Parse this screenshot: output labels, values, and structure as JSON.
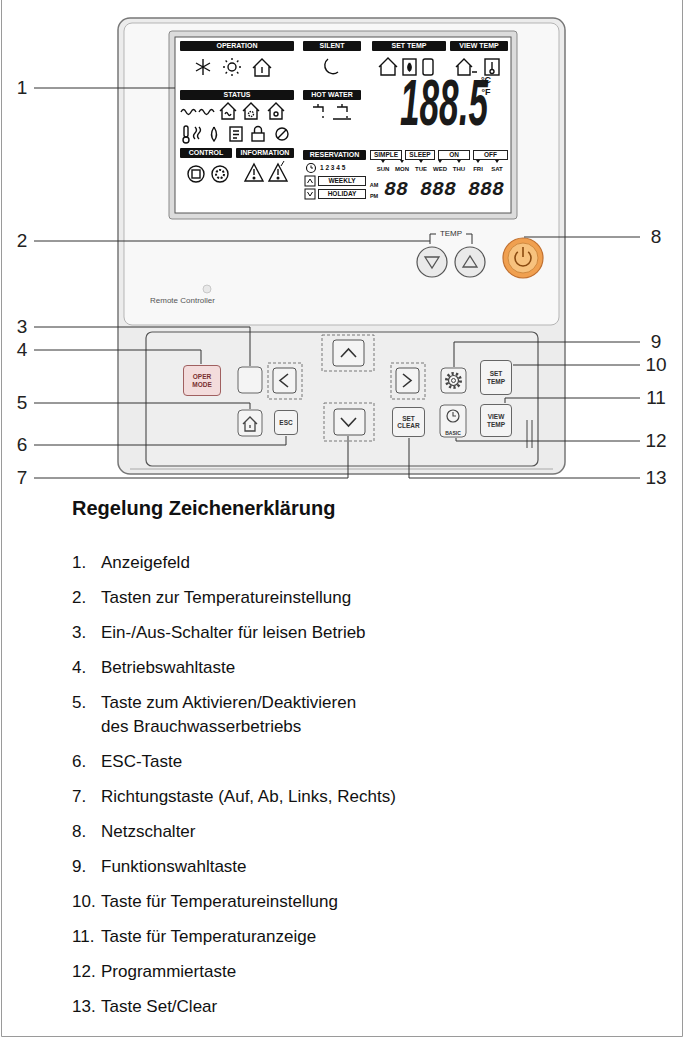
{
  "diagram": {
    "title": "Regelung Zeichenerklärung",
    "nodes": [
      {
        "text": [
          "OPERATION"
        ]
      },
      {
        "text": [
          "SILENT"
        ]
      },
      {
        "text": [
          "SET TEMP"
        ]
      },
      {
        "text": [
          "VIEW TEMP"
        ]
      },
      {
        "text": [
          "STATUS"
        ]
      },
      {
        "text": [
          "HOT WATER"
        ]
      },
      {
        "text": [
          "RESERVATION"
        ]
      },
      {
        "text": [
          "SIMPLE"
        ]
      },
      {
        "text": [
          "SLEEP"
        ]
      },
      {
        "text": [
          "ON"
        ]
      },
      {
        "text": [
          "OFF"
        ]
      },
      {
        "text": [
          "CONTROL"
        ]
      },
      {
        "text": [
          "INFORMATION"
        ]
      },
      {
        "text": [
          "WEEKLY"
        ]
      },
      {
        "text": [
          "HOLIDAY"
        ]
      },
      {
        "text": [
          "OPER MODE"
        ]
      },
      {
        "text": [
          "SET TEMP"
        ]
      },
      {
        "text": [
          "ESC"
        ]
      },
      {
        "text": [
          "SET CLEAR"
        ]
      },
      {
        "text": [
          "BASIC"
        ]
      },
      {
        "text": [
          "VIEW TEMP"
        ]
      }
    ],
    "labels": [
      "1",
      "2",
      "3",
      "4",
      "5",
      "6",
      "7",
      "8",
      "9",
      "10",
      "11",
      "12",
      "13",
      "188.5",
      "°C",
      "°F",
      "1 2 3 4 5",
      "SUN",
      "MON",
      "TUE",
      "WED",
      "THU",
      "FRI",
      "SAT",
      "AM",
      "PM",
      "88 888 888",
      "TEMP",
      "Remote Controller",
      "1.",
      "Anzeigefeld",
      "2.",
      "Tasten zur Temperatureinstellung",
      "3.",
      "Ein-/Aus-Schalter für leisen Betrieb",
      "4.",
      "Betriebswahltaste",
      "5.",
      "Taste zum Aktivieren/Deaktivieren des Brauchwasserbetriebs",
      "6.",
      "ESC-Taste",
      "7.",
      "Richtungstaste (Auf, Ab, Links, Rechts)",
      "8.",
      "Netzschalter",
      "9.",
      "Funktionswahltaste",
      "10.",
      "Taste für Temperatureinstellung",
      "11.",
      "Taste für Temperaturanzeige",
      "12.",
      "Programmiertaste",
      "13.",
      "Taste Set/Clear"
    ]
  }
}
